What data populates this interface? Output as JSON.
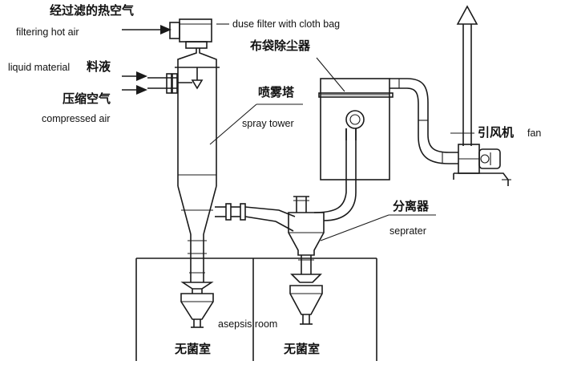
{
  "labels": {
    "hot_air_cn": "经过滤的热空气",
    "hot_air_en": "filtering hot air",
    "liquid_en": "liquid material",
    "liquid_cn": "料液",
    "comp_air_cn": "压缩空气",
    "comp_air_en": "compressed air",
    "filter_en": "duse filter with cloth bag",
    "filter_cn": "布袋除尘器",
    "tower_cn": "喷雾塔",
    "tower_en": "spray tower",
    "fan_cn": "引风机",
    "fan_en": "fan",
    "separator_cn": "分离器",
    "separator_en": "seprater",
    "asepsis_en": "asepsis room",
    "room_left_cn": "无菌室",
    "room_right_cn": "无菌室"
  },
  "colors": {
    "line": "#1a1a1a",
    "text": "#111111",
    "background": "#ffffff"
  }
}
